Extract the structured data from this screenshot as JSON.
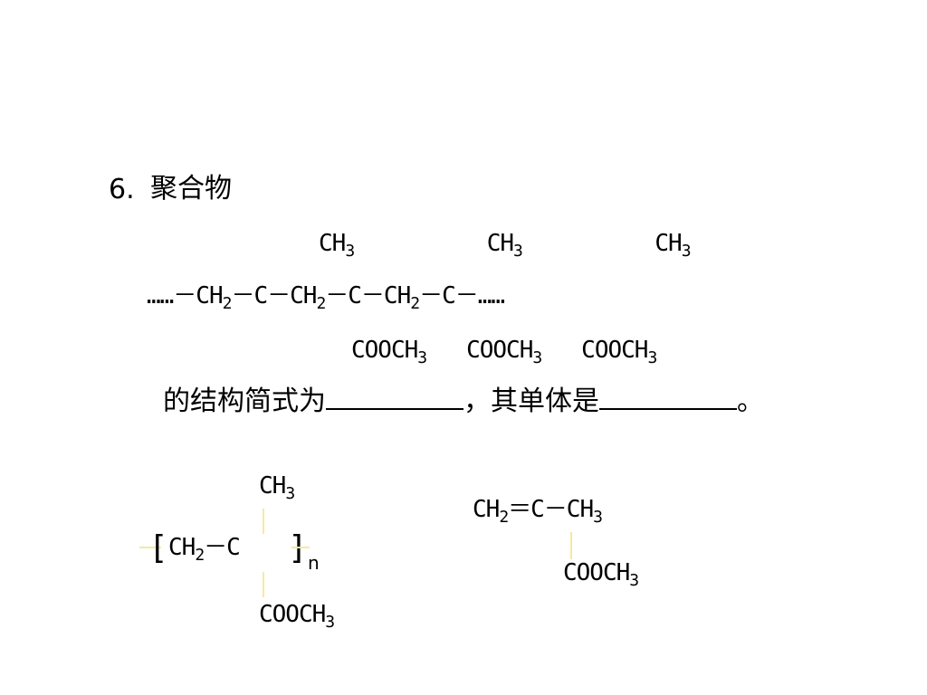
{
  "question": {
    "number": "6.",
    "title": "聚合物",
    "top_line": "CH3          CH3          CH3",
    "chain_line": "……－CH2－C－CH2－C－CH2－C－……",
    "bottom_line": "COOCH3   COOCH3   COOCH3",
    "prompt_part1": "的结构简式为",
    "prompt_sep": "，其单体是",
    "prompt_end": "。"
  },
  "answer_polymer": {
    "top": "CH3",
    "bracket_open": "[",
    "body": "CH2－C",
    "bracket_close": "]",
    "subscript": "n",
    "bottom": "COOCH3"
  },
  "answer_monomer": {
    "main": "CH2＝C－CH3",
    "bottom": "COOCH3"
  },
  "colors": {
    "text": "#000000",
    "bond_line": "#f5e9a0",
    "background": "#ffffff"
  }
}
